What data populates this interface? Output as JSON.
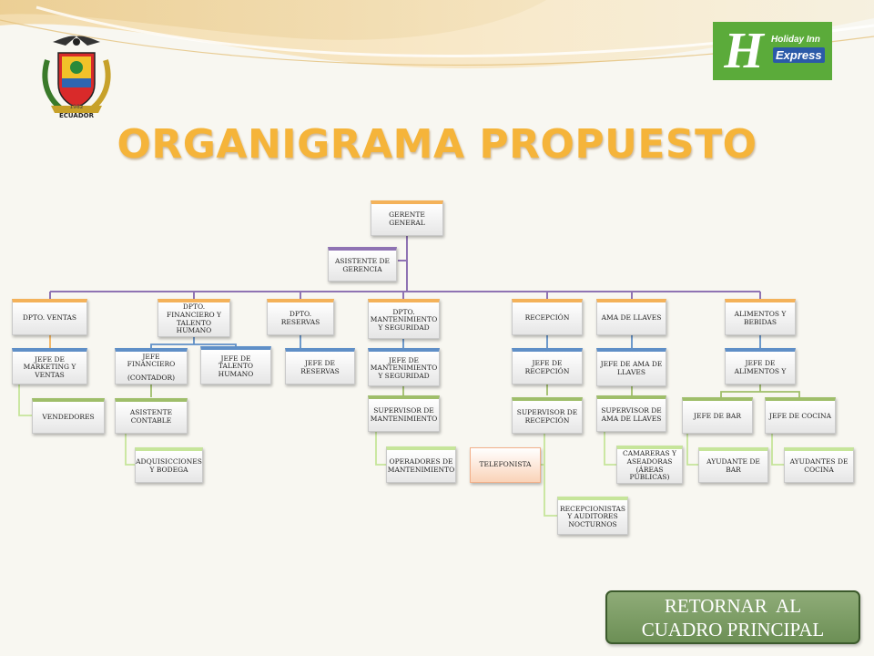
{
  "title": "ORGANIGRAMA PROPUESTO",
  "badge": {
    "year": "1982",
    "country": "ECUADOR"
  },
  "logo": {
    "line1": "Holiday Inn",
    "line2": "Express"
  },
  "return_button": {
    "line1": "RETORNAR  AL",
    "line2": "CUADRO PRINCIPAL"
  },
  "org": {
    "gerente": "GERENTE GENERAL",
    "asistente": "ASISTENTE DE GERENCIA",
    "ventas": "DPTO. VENTAS",
    "jefe_marketing": "JEFE DE MARKETING Y VENTAS",
    "vendedores": "VENDEDORES",
    "financiero": "DPTO. FINANCIERO Y TALENTO HUMANO",
    "jefe_financiero": "JEFE FINANCIERO",
    "contador": "(CONTADOR)",
    "jefe_talento": "JEFE DE TALENTO HUMANO",
    "asistente_contable": "ASISTENTE CONTABLE",
    "adquisiciones": "ADQUISICCIONES Y BODEGA",
    "reservas": "DPTO. RESERVAS",
    "jefe_reservas": "JEFE DE RESERVAS",
    "mantenimiento": "DPTO. MANTENIMIENTO Y SEGURIDAD",
    "jefe_mantenimiento": "JEFE DE MANTENIMIENTO Y SEGURIDAD",
    "supervisor_mantenimiento": "SUPERVISOR DE MANTENIMIENTO",
    "operadores": "OPERADORES DE MANTENIMIENTO",
    "recepcion": "RECEPCIÓN",
    "jefe_recepcion": "JEFE DE RECEPCIÓN",
    "supervisor_recepcion": "SUPERVISOR DE RECEPCIÓN",
    "telefonista": "TELEFONISTA",
    "recepcionistas": "RECEPCIONISTAS Y AUDITORES NOCTURNOS",
    "ama_llaves": "AMA DE LLAVES",
    "jefe_ama": "JEFE DE AMA DE LLAVES",
    "supervisor_ama": "SUPERVISOR DE AMA DE LLAVES",
    "camareras": "CAMARERAS Y ASEADORAS (ÁREAS PÚBLICAS)",
    "alimentos": "ALIMENTOS Y BEBIDAS",
    "jefe_alimentos": "JEFE DE ALIMENTOS Y",
    "jefe_bar": "JEFE DE BAR",
    "jefe_cocina": "JEFE DE COCINA",
    "ayudante_bar": "AYUDANTE DE BAR",
    "ayudantes_cocina": "AYUDANTES DE COCINA"
  },
  "colors": {
    "title": "#f5b43a",
    "connector": "#8f73b3",
    "accent_orange": "#f4b25a",
    "accent_blue": "#5f8fc7",
    "accent_green": "#9fbe6a",
    "button": "#7a9a62"
  }
}
